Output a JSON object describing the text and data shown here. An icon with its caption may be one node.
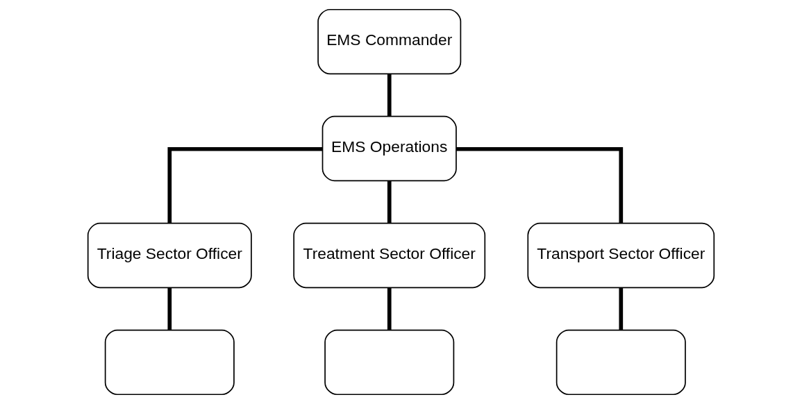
{
  "diagram": {
    "nodes": [
      {
        "text": [
          "EMS Commander"
        ]
      },
      {
        "text": [
          "EMS Operations"
        ]
      },
      {
        "text": [
          "Triage Sector Officer"
        ]
      },
      {
        "text": [
          "Treatment Sector Officer"
        ]
      },
      {
        "text": [
          "Transport Sector Officer"
        ]
      },
      {
        "text": [],
        "shape": "box"
      },
      {
        "text": [],
        "shape": "box"
      },
      {
        "text": [],
        "shape": "box"
      }
    ],
    "edges": [
      {
        "from": 0,
        "to": 1,
        "arrow": "none"
      },
      {
        "from": 1,
        "to": 2,
        "arrow": "none"
      },
      {
        "from": 1,
        "to": 3,
        "arrow": "none"
      },
      {
        "from": 1,
        "to": 4,
        "arrow": "none"
      },
      {
        "from": 2,
        "to": 5,
        "arrow": "none"
      },
      {
        "from": 3,
        "to": 6,
        "arrow": "none"
      },
      {
        "from": 4,
        "to": 7,
        "arrow": "none"
      }
    ]
  }
}
